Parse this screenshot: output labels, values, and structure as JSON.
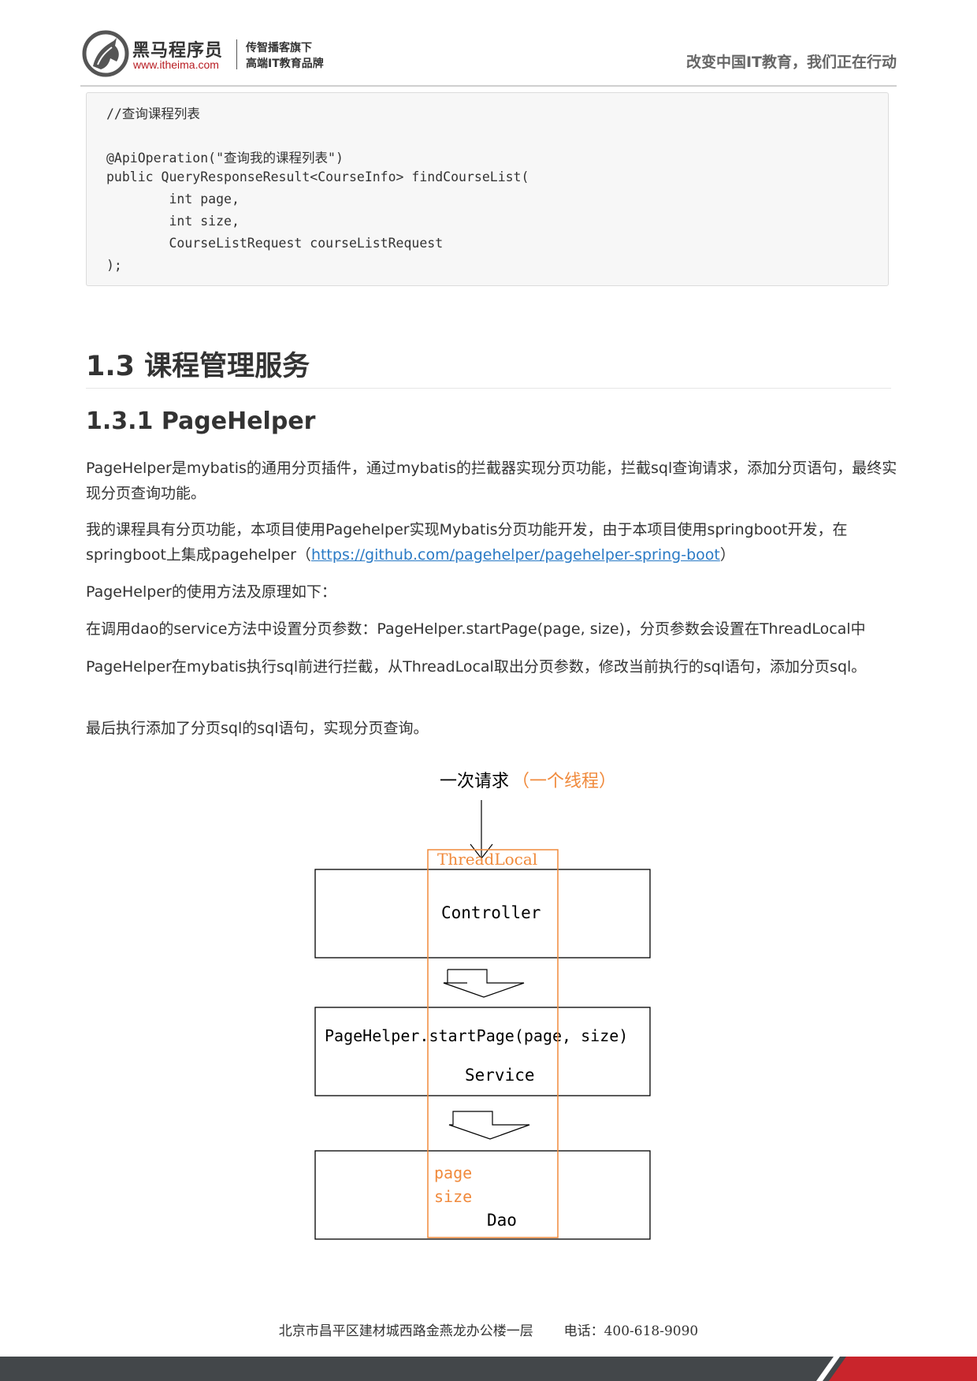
{
  "header": {
    "brand_name": "黑马程序员",
    "brand_url": "www.itheima.com",
    "slogan_line1": "传智播客旗下",
    "slogan_line2": "高端IT教育品牌",
    "tagline": "改变中国IT教育，我们正在行动"
  },
  "code": {
    "lines": [
      "//查询课程列表",
      "",
      "@ApiOperation(\"查询我的课程列表\")",
      "public QueryResponseResult<CourseInfo> findCourseList(",
      "        int page,",
      "        int size,",
      "        CourseListRequest courseListRequest",
      ");"
    ]
  },
  "section": {
    "h2": "1.3 课程管理服务",
    "h3": "1.3.1 PageHelper"
  },
  "paragraphs": {
    "p1": "PageHelper是mybatis的通用分页插件，通过mybatis的拦截器实现分页功能，拦截sql查询请求，添加分页语句，最终实现分页查询功能。",
    "p2_before": "我的课程具有分页功能，本项目使用Pagehelper实现Mybatis分页功能开发，由于本项目使用springboot开发，在springboot上集成pagehelper（",
    "p2_link": "https://github.com/pagehelper/pagehelper-spring-boot",
    "p2_after": "）",
    "p3": "PageHelper的使用方法及原理如下：",
    "p4": "在调用dao的service方法中设置分页参数：PageHelper.startPage(page, size)，分页参数会设置在ThreadLocal中",
    "p5": "PageHelper在mybatis执行sql前进行拦截，从ThreadLocal取出分页参数，修改当前执行的sql语句，添加分页sql。",
    "p6": "最后执行添加了分页sql的sql语句，实现分页查询。"
  },
  "diagram": {
    "request_label": "一次请求",
    "thread_label": "（一个线程）",
    "threadlocal_label": "ThreadLocal",
    "controller_label": "Controller",
    "service_call": "PageHelper.startPage(page, size)",
    "service_label": "Service",
    "page_param": "page",
    "size_param": "size",
    "dao_label": "Dao",
    "colors": {
      "orange": "#f08a3c",
      "black": "#000000"
    }
  },
  "footer": {
    "address": "北京市昌平区建材城西路金燕龙办公楼一层",
    "phone": "电话：400-618-9090"
  },
  "colors": {
    "brand_red": "#c9252c",
    "footer_dark": "#43474a",
    "link_blue": "#2a7ac5"
  }
}
